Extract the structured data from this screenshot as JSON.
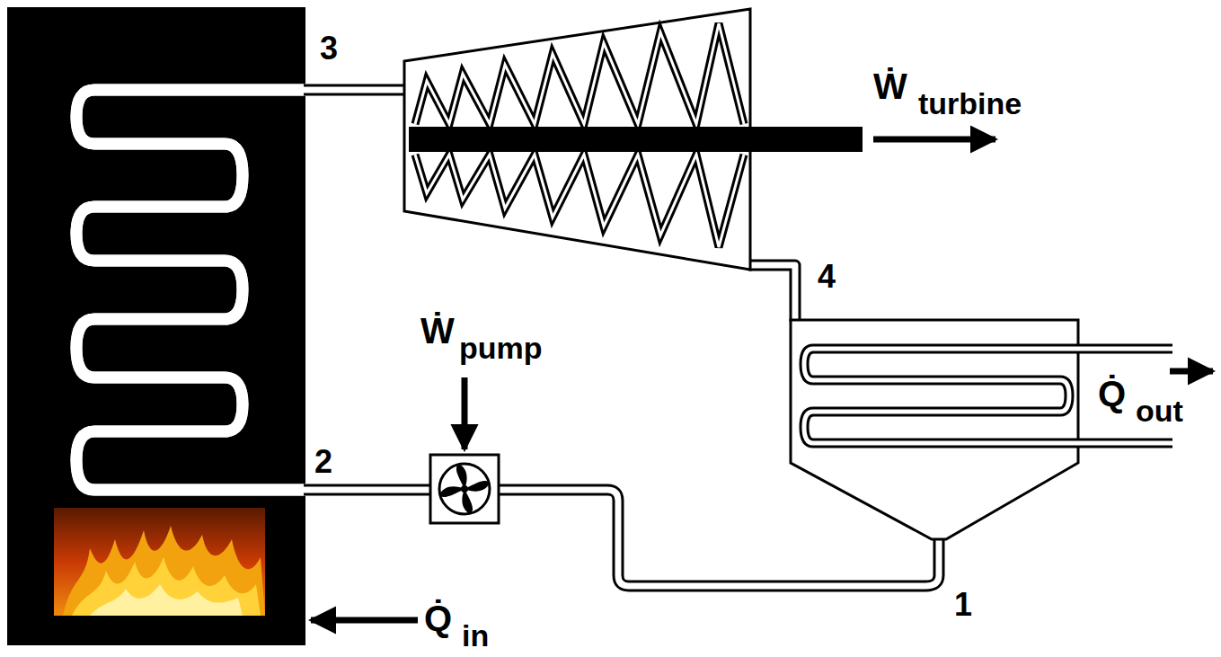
{
  "diagram": {
    "labels": [
      "3",
      "Ẇ",
      "turbine",
      "4",
      "Ẇ",
      "pump",
      "Q̇",
      "out",
      "2",
      "1",
      "Q̇",
      "in"
    ]
  }
}
